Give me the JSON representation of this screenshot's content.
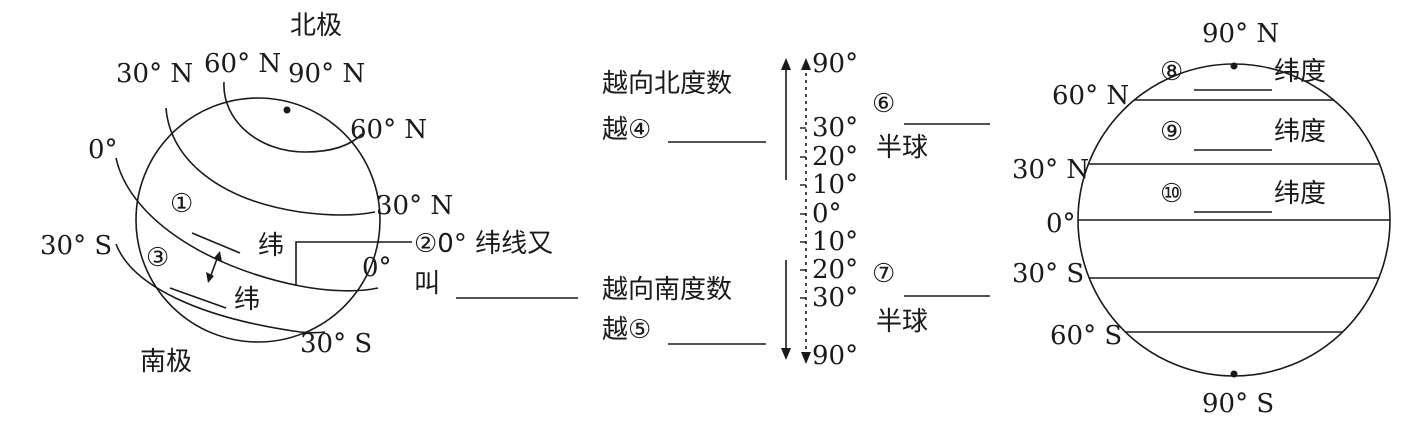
{
  "globe": {
    "north_pole": "北极",
    "south_pole": "南极",
    "lat_30n_left": "30° N",
    "lat_60n_left": "60° N",
    "lat_90n": "90° N",
    "lat_60n_right": "60° N",
    "lat_0_left": "0°",
    "lat_30n_right": "30° N",
    "lat_30s_left": "30° S",
    "lat_0_right": "0°",
    "lat_30s_bottom": "30° S",
    "mark_1": "①",
    "mark_3": "③",
    "wei_upper": "纬",
    "wei_lower": "纬",
    "callout_line1": "②0° 纬线又",
    "callout_line2": "叫"
  },
  "scale": {
    "north_text_1": "越向北度数",
    "north_text_2": "越④",
    "south_text_1": "越向南度数",
    "south_text_2": "越⑤",
    "ticks": [
      "90°",
      "30°",
      "20°",
      "10°",
      "0°",
      "10°",
      "20°",
      "30°",
      "90°"
    ],
    "hemisphere_north_mark": "⑥",
    "hemisphere_north_text": "半球",
    "hemisphere_south_mark": "⑦",
    "hemisphere_south_text": "半球"
  },
  "circle": {
    "top_label": "90° N",
    "bottom_label": "90° S",
    "left_labels": [
      "60° N",
      "30° N",
      "0°",
      "30° S",
      "60° S"
    ],
    "mark_8": "⑧",
    "mark_9": "⑨",
    "mark_10": "⑩",
    "wei_du": [
      "纬度",
      "纬度",
      "纬度"
    ]
  }
}
